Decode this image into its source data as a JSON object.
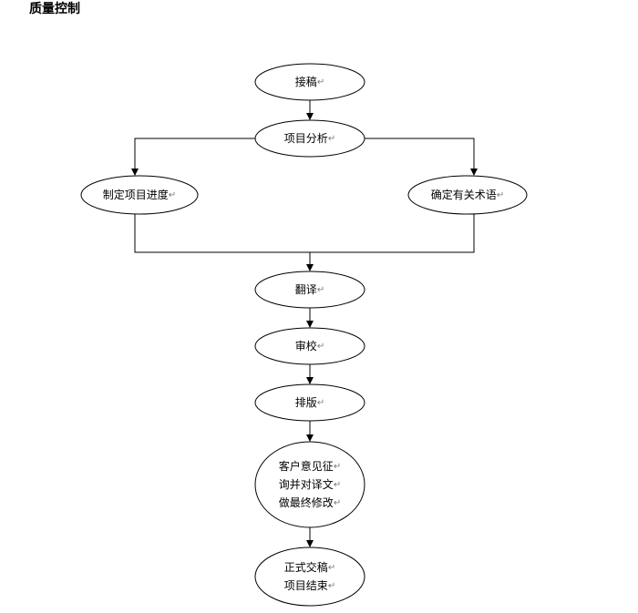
{
  "page": {
    "title": "质量控制"
  },
  "diagram": {
    "nodes": [
      {
        "id": "receive",
        "lines": [
          "接稿"
        ]
      },
      {
        "id": "analysis",
        "lines": [
          "项目分析"
        ]
      },
      {
        "id": "schedule",
        "lines": [
          "制定项目进度"
        ]
      },
      {
        "id": "terms",
        "lines": [
          "确定有关术语"
        ]
      },
      {
        "id": "translate",
        "lines": [
          "翻译"
        ]
      },
      {
        "id": "proofread",
        "lines": [
          "审校"
        ]
      },
      {
        "id": "typeset",
        "lines": [
          "排版"
        ]
      },
      {
        "id": "feedback",
        "lines": [
          "客户意见征",
          "询并对译文",
          "做最终修改"
        ]
      },
      {
        "id": "delivery",
        "lines": [
          "正式交稿",
          "项目结束"
        ]
      }
    ],
    "edges": [
      {
        "from": "receive",
        "to": "analysis"
      },
      {
        "from": "analysis",
        "to": "schedule"
      },
      {
        "from": "analysis",
        "to": "terms"
      },
      {
        "from": "schedule",
        "to": "translate"
      },
      {
        "from": "terms",
        "to": "translate"
      },
      {
        "from": "translate",
        "to": "proofread"
      },
      {
        "from": "proofread",
        "to": "typeset"
      },
      {
        "from": "typeset",
        "to": "feedback"
      },
      {
        "from": "feedback",
        "to": "delivery"
      }
    ],
    "colors": {
      "stroke": "#000000",
      "fill": "#ffffff",
      "paragraph_mark": "#777777"
    }
  }
}
